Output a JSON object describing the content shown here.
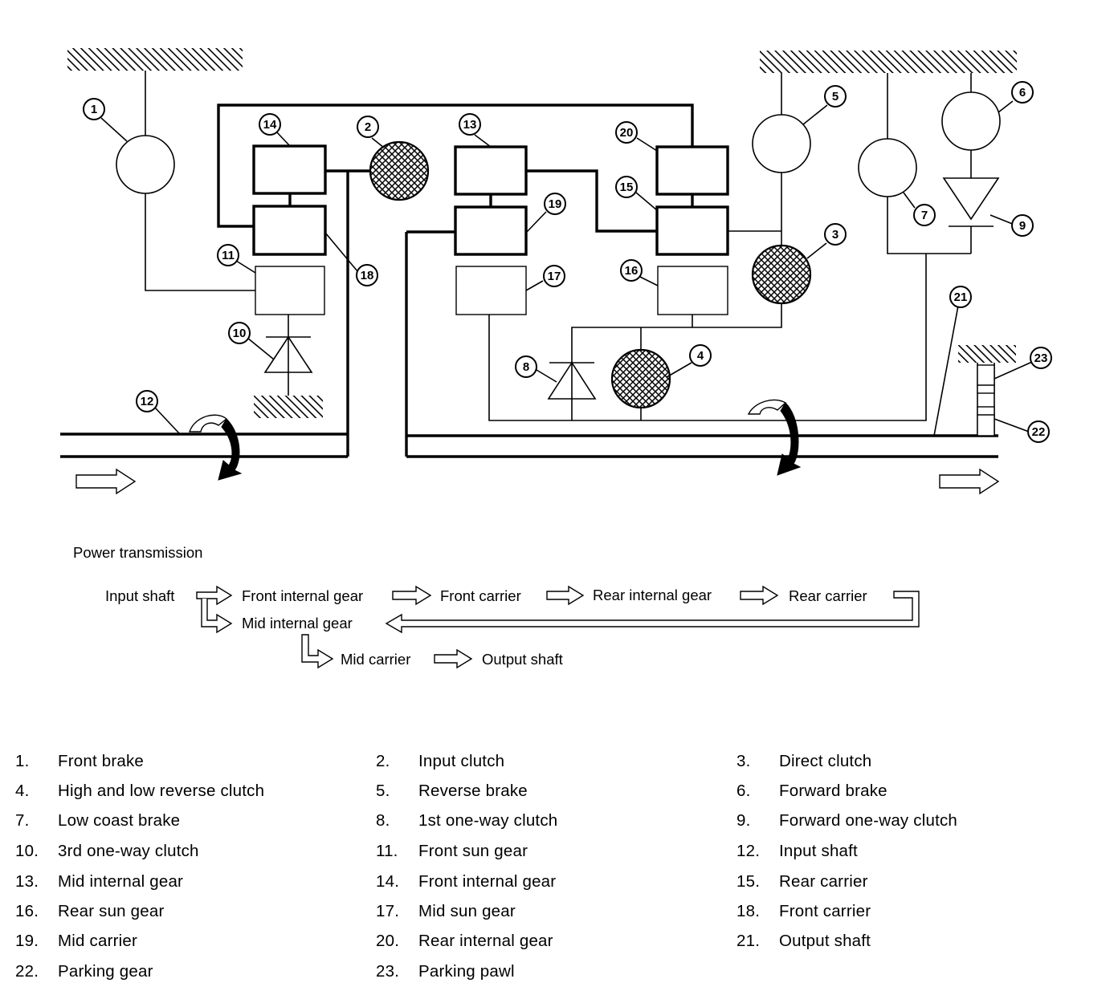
{
  "diagram": {
    "callouts": [
      "1",
      "2",
      "3",
      "4",
      "5",
      "6",
      "7",
      "8",
      "9",
      "10",
      "11",
      "12",
      "13",
      "14",
      "15",
      "16",
      "17",
      "18",
      "19",
      "20",
      "21",
      "22",
      "23"
    ]
  },
  "flow": {
    "title": "Power transmission",
    "input_shaft": "Input shaft",
    "front_internal_gear": "Front internal gear",
    "front_carrier": "Front carrier",
    "rear_internal_gear": "Rear internal gear",
    "rear_carrier": "Rear carrier",
    "mid_internal_gear": "Mid internal gear",
    "mid_carrier": "Mid carrier",
    "output_shaft": "Output shaft"
  },
  "legend": {
    "items": [
      {
        "num": "1.",
        "label": "Front brake"
      },
      {
        "num": "2.",
        "label": "Input clutch"
      },
      {
        "num": "3.",
        "label": "Direct clutch"
      },
      {
        "num": "4.",
        "label": "High and low reverse clutch"
      },
      {
        "num": "5.",
        "label": "Reverse brake"
      },
      {
        "num": "6.",
        "label": "Forward brake"
      },
      {
        "num": "7.",
        "label": "Low coast brake"
      },
      {
        "num": "8.",
        "label": "1st one-way clutch"
      },
      {
        "num": "9.",
        "label": "Forward one-way clutch"
      },
      {
        "num": "10.",
        "label": "3rd one-way clutch"
      },
      {
        "num": "11.",
        "label": "Front sun gear"
      },
      {
        "num": "12.",
        "label": "Input shaft"
      },
      {
        "num": "13.",
        "label": "Mid internal gear"
      },
      {
        "num": "14.",
        "label": "Front internal gear"
      },
      {
        "num": "15.",
        "label": "Rear carrier"
      },
      {
        "num": "16.",
        "label": "Rear sun gear"
      },
      {
        "num": "17.",
        "label": "Mid sun gear"
      },
      {
        "num": "18.",
        "label": "Front carrier"
      },
      {
        "num": "19.",
        "label": "Mid carrier"
      },
      {
        "num": "20.",
        "label": "Rear internal gear"
      },
      {
        "num": "21.",
        "label": "Output shaft"
      },
      {
        "num": "22.",
        "label": "Parking gear"
      },
      {
        "num": "23.",
        "label": "Parking pawl"
      }
    ]
  }
}
